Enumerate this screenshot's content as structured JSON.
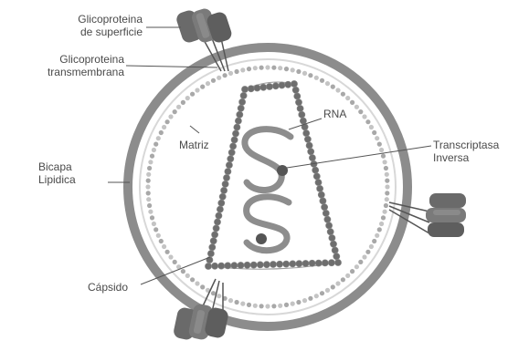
{
  "labels": {
    "surface_glycoprotein": [
      "Glicoproteina",
      "de superficie"
    ],
    "transmembrane_glycoprotein": [
      "Glicoproteina",
      "transmembrana"
    ],
    "rna": "RNA",
    "matrix": "Matriz",
    "reverse_transcriptase": [
      "Transcriptasa",
      "Inversa"
    ],
    "lipid_bilayer": [
      "Bicapa",
      "Lipidica"
    ],
    "capsid": "Cápsido"
  },
  "colors": {
    "envelope_outer": "#8c8c8c",
    "envelope_inner": "#c4c4c4",
    "bead_light": "#a8a8a8",
    "bead_dark": "#666666",
    "capsid_bead": "#6e6e6e",
    "rna_strand": "#8d8d8d",
    "protein_body": "#6a6a6a",
    "protein_highlight": "#8a8a8a",
    "label_text": "#4a4a4a",
    "leader_line": "#555555"
  }
}
